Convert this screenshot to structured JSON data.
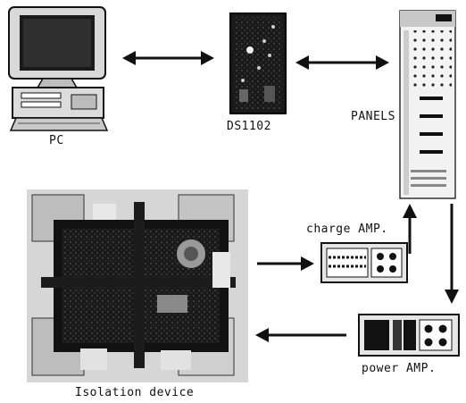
{
  "labels": {
    "pc": "PC",
    "ds1102": "DS1102",
    "panels": "PANELS",
    "charge_amp": "charge AMP.",
    "power_amp": "power AMP.",
    "isolation_device": "Isolation device"
  }
}
